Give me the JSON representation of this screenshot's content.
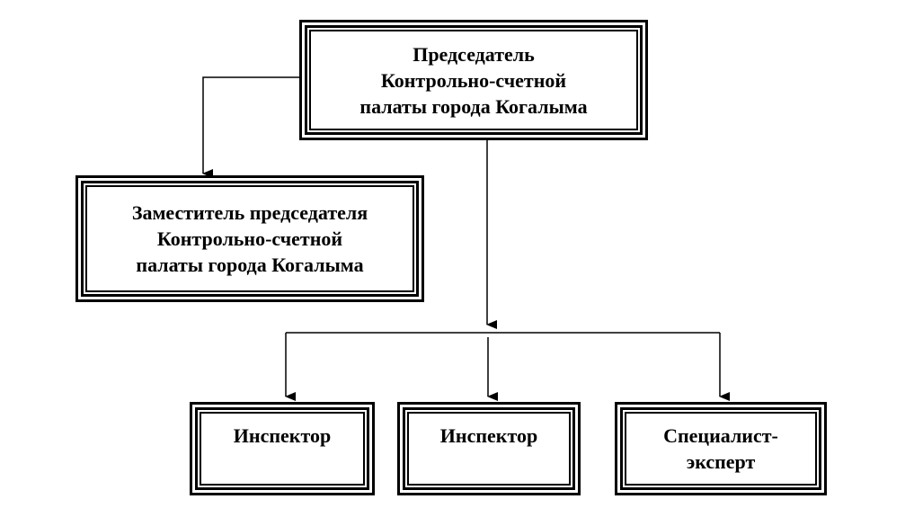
{
  "diagram": {
    "chairman": {
      "lines": [
        "Председатель",
        "Контрольно-счетной",
        "палаты города Когалыма"
      ]
    },
    "deputy": {
      "lines": [
        "Заместитель председателя",
        "Контрольно-счетной",
        "палаты города Когалыма"
      ]
    },
    "inspector_1": {
      "lines": [
        "Инспектор"
      ]
    },
    "inspector_2": {
      "lines": [
        "Инспектор"
      ]
    },
    "specialist": {
      "lines": [
        "Специалист-",
        "эксперт"
      ]
    }
  }
}
